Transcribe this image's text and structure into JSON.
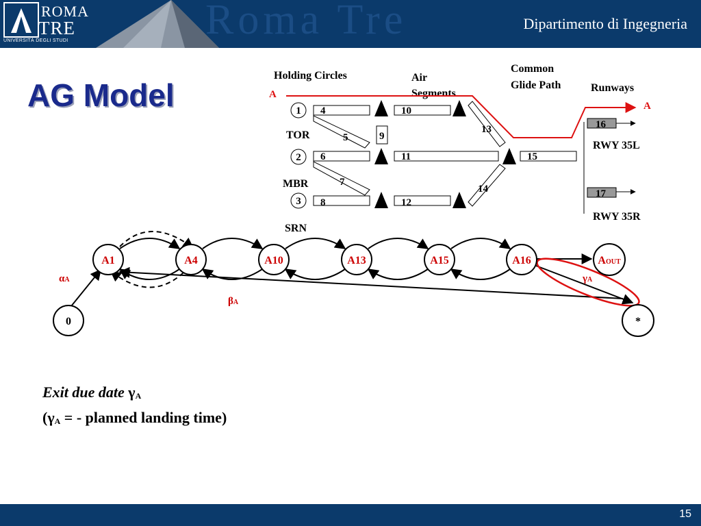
{
  "header": {
    "logo": {
      "roma": "ROMA",
      "tre": "TRE",
      "university": "UNIVERSITÀ DEGLI STUDI"
    },
    "watermark": "Roma Tre",
    "department": "Dipartimento di Ingegneria"
  },
  "title": "AG Model",
  "airspace": {
    "heading_holding": "Holding Circles",
    "heading_air_line1": "Air",
    "heading_air_line2": "Segments",
    "heading_glide_line1": "Common",
    "heading_glide_line2": "Glide Path",
    "heading_runways": "Runways",
    "label_a_left": "A",
    "label_a_right": "A",
    "circles": [
      "1",
      "2",
      "3"
    ],
    "entry_points": [
      "TOR",
      "MBR",
      "SRN"
    ],
    "segments": {
      "s4": "4",
      "s5": "5",
      "s6": "6",
      "s7": "7",
      "s8": "8",
      "s9": "9",
      "s10": "10",
      "s11": "11",
      "s12": "12",
      "s13": "13",
      "s14": "14",
      "s15": "15"
    },
    "runways": [
      {
        "id": "16",
        "name": "RWY 35L"
      },
      {
        "id": "17",
        "name": "RWY 35R"
      }
    ]
  },
  "graph": {
    "nodes": [
      "A1",
      "A4",
      "A10",
      "A13",
      "A15",
      "A16"
    ],
    "out_node_main": "A",
    "out_node_sub": "OUT",
    "start_node": "0",
    "end_node": "*",
    "alpha": "α",
    "beta": "β",
    "gamma": "γ",
    "sub_a": "A"
  },
  "caption": {
    "line1_text": "Exit due date ",
    "line1_symbol": "γ",
    "line1_sub": "A",
    "line2_open": "(",
    "line2_symbol": "γ",
    "line2_sub": "A",
    "line2_text": " = - planned landing time",
    "line2_close": ")"
  },
  "footer": {
    "page": "15"
  },
  "colors": {
    "header": "#0b3a6b",
    "title": "#1a2a8c",
    "node_label": "#cc0000",
    "route": "#dd1111"
  }
}
